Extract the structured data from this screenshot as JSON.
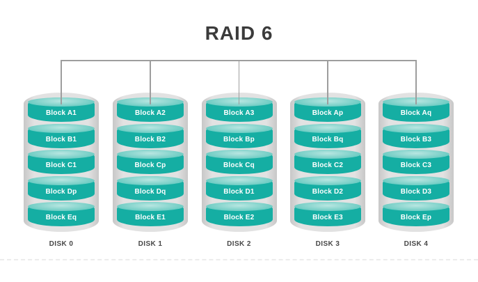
{
  "title": "RAID 6",
  "colors": {
    "teal": "#15aea3",
    "teal-light": "#7fd2ca",
    "capsule": "#d6d6d6",
    "line": "#9d9d9d",
    "title": "#3b3b3b",
    "label": "#474747",
    "block-text": "#ffffff"
  },
  "disks": [
    {
      "label": "DISK 0",
      "blocks": [
        "Block A1",
        "Block B1",
        "Block C1",
        "Block Dp",
        "Block Eq"
      ]
    },
    {
      "label": "DISK 1",
      "blocks": [
        "Block A2",
        "Block B2",
        "Block Cp",
        "Block Dq",
        "Block E1"
      ]
    },
    {
      "label": "DISK 2",
      "blocks": [
        "Block A3",
        "Block Bp",
        "Block Cq",
        "Block D1",
        "Block E2"
      ]
    },
    {
      "label": "DISK 3",
      "blocks": [
        "Block Ap",
        "Block Bq",
        "Block C2",
        "Block D2",
        "Block E3"
      ]
    },
    {
      "label": "DISK 4",
      "blocks": [
        "Block Aq",
        "Block B3",
        "Block C3",
        "Block D3",
        "Block Ep"
      ]
    }
  ]
}
